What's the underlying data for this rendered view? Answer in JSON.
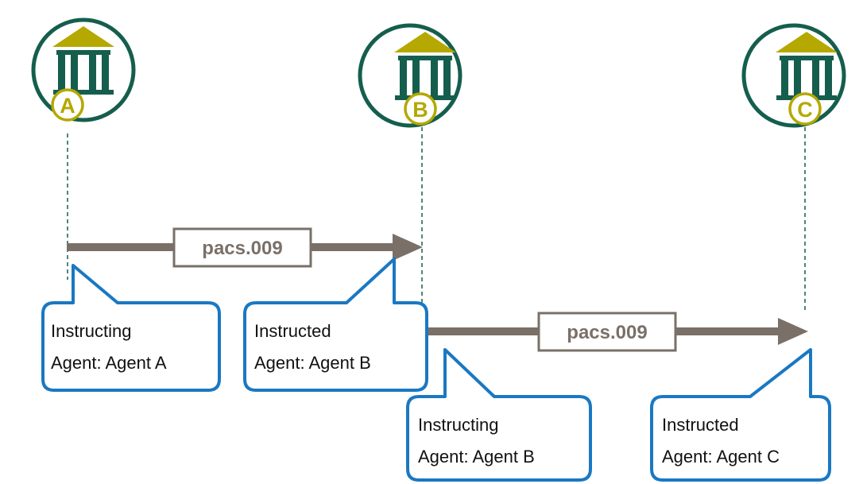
{
  "banks": [
    {
      "letter": "A"
    },
    {
      "letter": "B"
    },
    {
      "letter": "C"
    }
  ],
  "messages": [
    {
      "label": "pacs.009"
    },
    {
      "label": "pacs.009"
    }
  ],
  "callouts": [
    {
      "line1": "Instructing",
      "line2": "Agent: Agent A"
    },
    {
      "line1": "Instructed",
      "line2": "Agent: Agent B"
    },
    {
      "line1": "Instructing",
      "line2": "Agent: Agent B"
    },
    {
      "line1": "Instructed",
      "line2": "Agent: Agent C"
    }
  ],
  "colors": {
    "bank_ring": "#155e4e",
    "bank_columns": "#155e4e",
    "bank_roof": "#b5a800",
    "letter_badge": "#b5a800",
    "arrow": "#7a7068",
    "callout_border": "#1a78c2"
  }
}
